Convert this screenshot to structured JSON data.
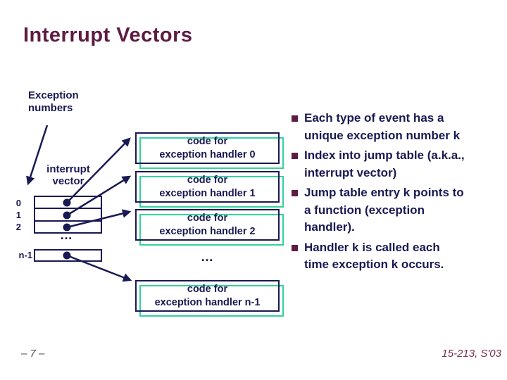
{
  "title": "Interrupt Vectors",
  "colors": {
    "navy": "#191954",
    "teal": "#36d19e",
    "maroon": "#5e1b43",
    "footer_gray": "#4a4a4a",
    "footer_maroon": "#7b2a50"
  },
  "diagram": {
    "exception_numbers_label": "Exception\nnumbers",
    "interrupt_vector_label": "interrupt\nvector",
    "vector_rows": [
      {
        "index": "0"
      },
      {
        "index": "1"
      },
      {
        "index": "2"
      }
    ],
    "last_row_index": "n-1",
    "table_ellipsis": "…",
    "handlers_ellipsis": "…",
    "handlers": [
      {
        "label": "code for\nexception handler 0"
      },
      {
        "label": "code for\nexception handler 1"
      },
      {
        "label": "code for\nexception handler 2"
      },
      {
        "label": "code for\nexception handler n-1"
      }
    ]
  },
  "bullets": [
    {
      "text": "Each type of event has a\nunique exception number k"
    },
    {
      "text": "Index into jump table (a.k.a.,\ninterrupt vector)"
    },
    {
      "text": "Jump table entry k points to\na function (exception\nhandler)."
    },
    {
      "text": "Handler k is called each\ntime exception k occurs."
    }
  ],
  "footer": {
    "page": "– 7 –",
    "course": "15-213, S'03"
  }
}
